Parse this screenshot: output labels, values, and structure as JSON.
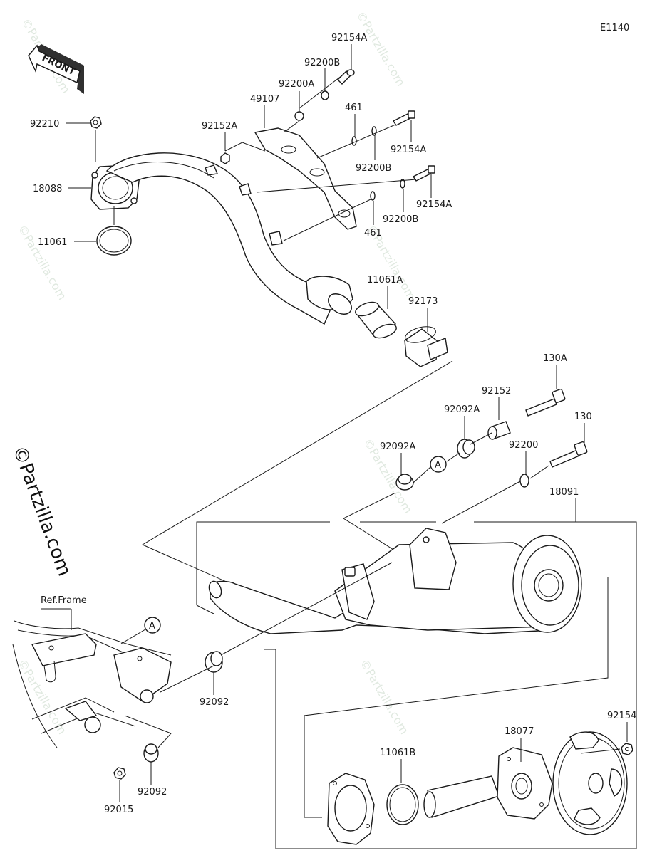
{
  "diagram_code": "E1140",
  "front_label": "FRONT",
  "ref_frame_label": "Ref.Frame",
  "ref_marker": "A",
  "watermark": "©Partzilla.com",
  "parts": {
    "p92154A_top": "92154A",
    "p92200B_top": "92200B",
    "p92200A": "92200A",
    "p49107": "49107",
    "p92152A": "92152A",
    "p461_top": "461",
    "p92154A_mid": "92154A",
    "p92200B_mid": "92200B",
    "p92154A_low": "92154A",
    "p92200B_low": "92200B",
    "p461_low": "461",
    "p92210": "92210",
    "p18088": "18088",
    "p11061": "11061",
    "p11061A": "11061A",
    "p92173": "92173",
    "p130A": "130A",
    "p92152": "92152",
    "p92092A_right": "92092A",
    "p92092A_left": "92092A",
    "p130": "130",
    "p92200": "92200",
    "p18091": "18091",
    "p92092_mid": "92092",
    "p92092_low": "92092",
    "p92015": "92015",
    "p92154": "92154",
    "p18077": "18077",
    "p11061B": "11061B"
  }
}
